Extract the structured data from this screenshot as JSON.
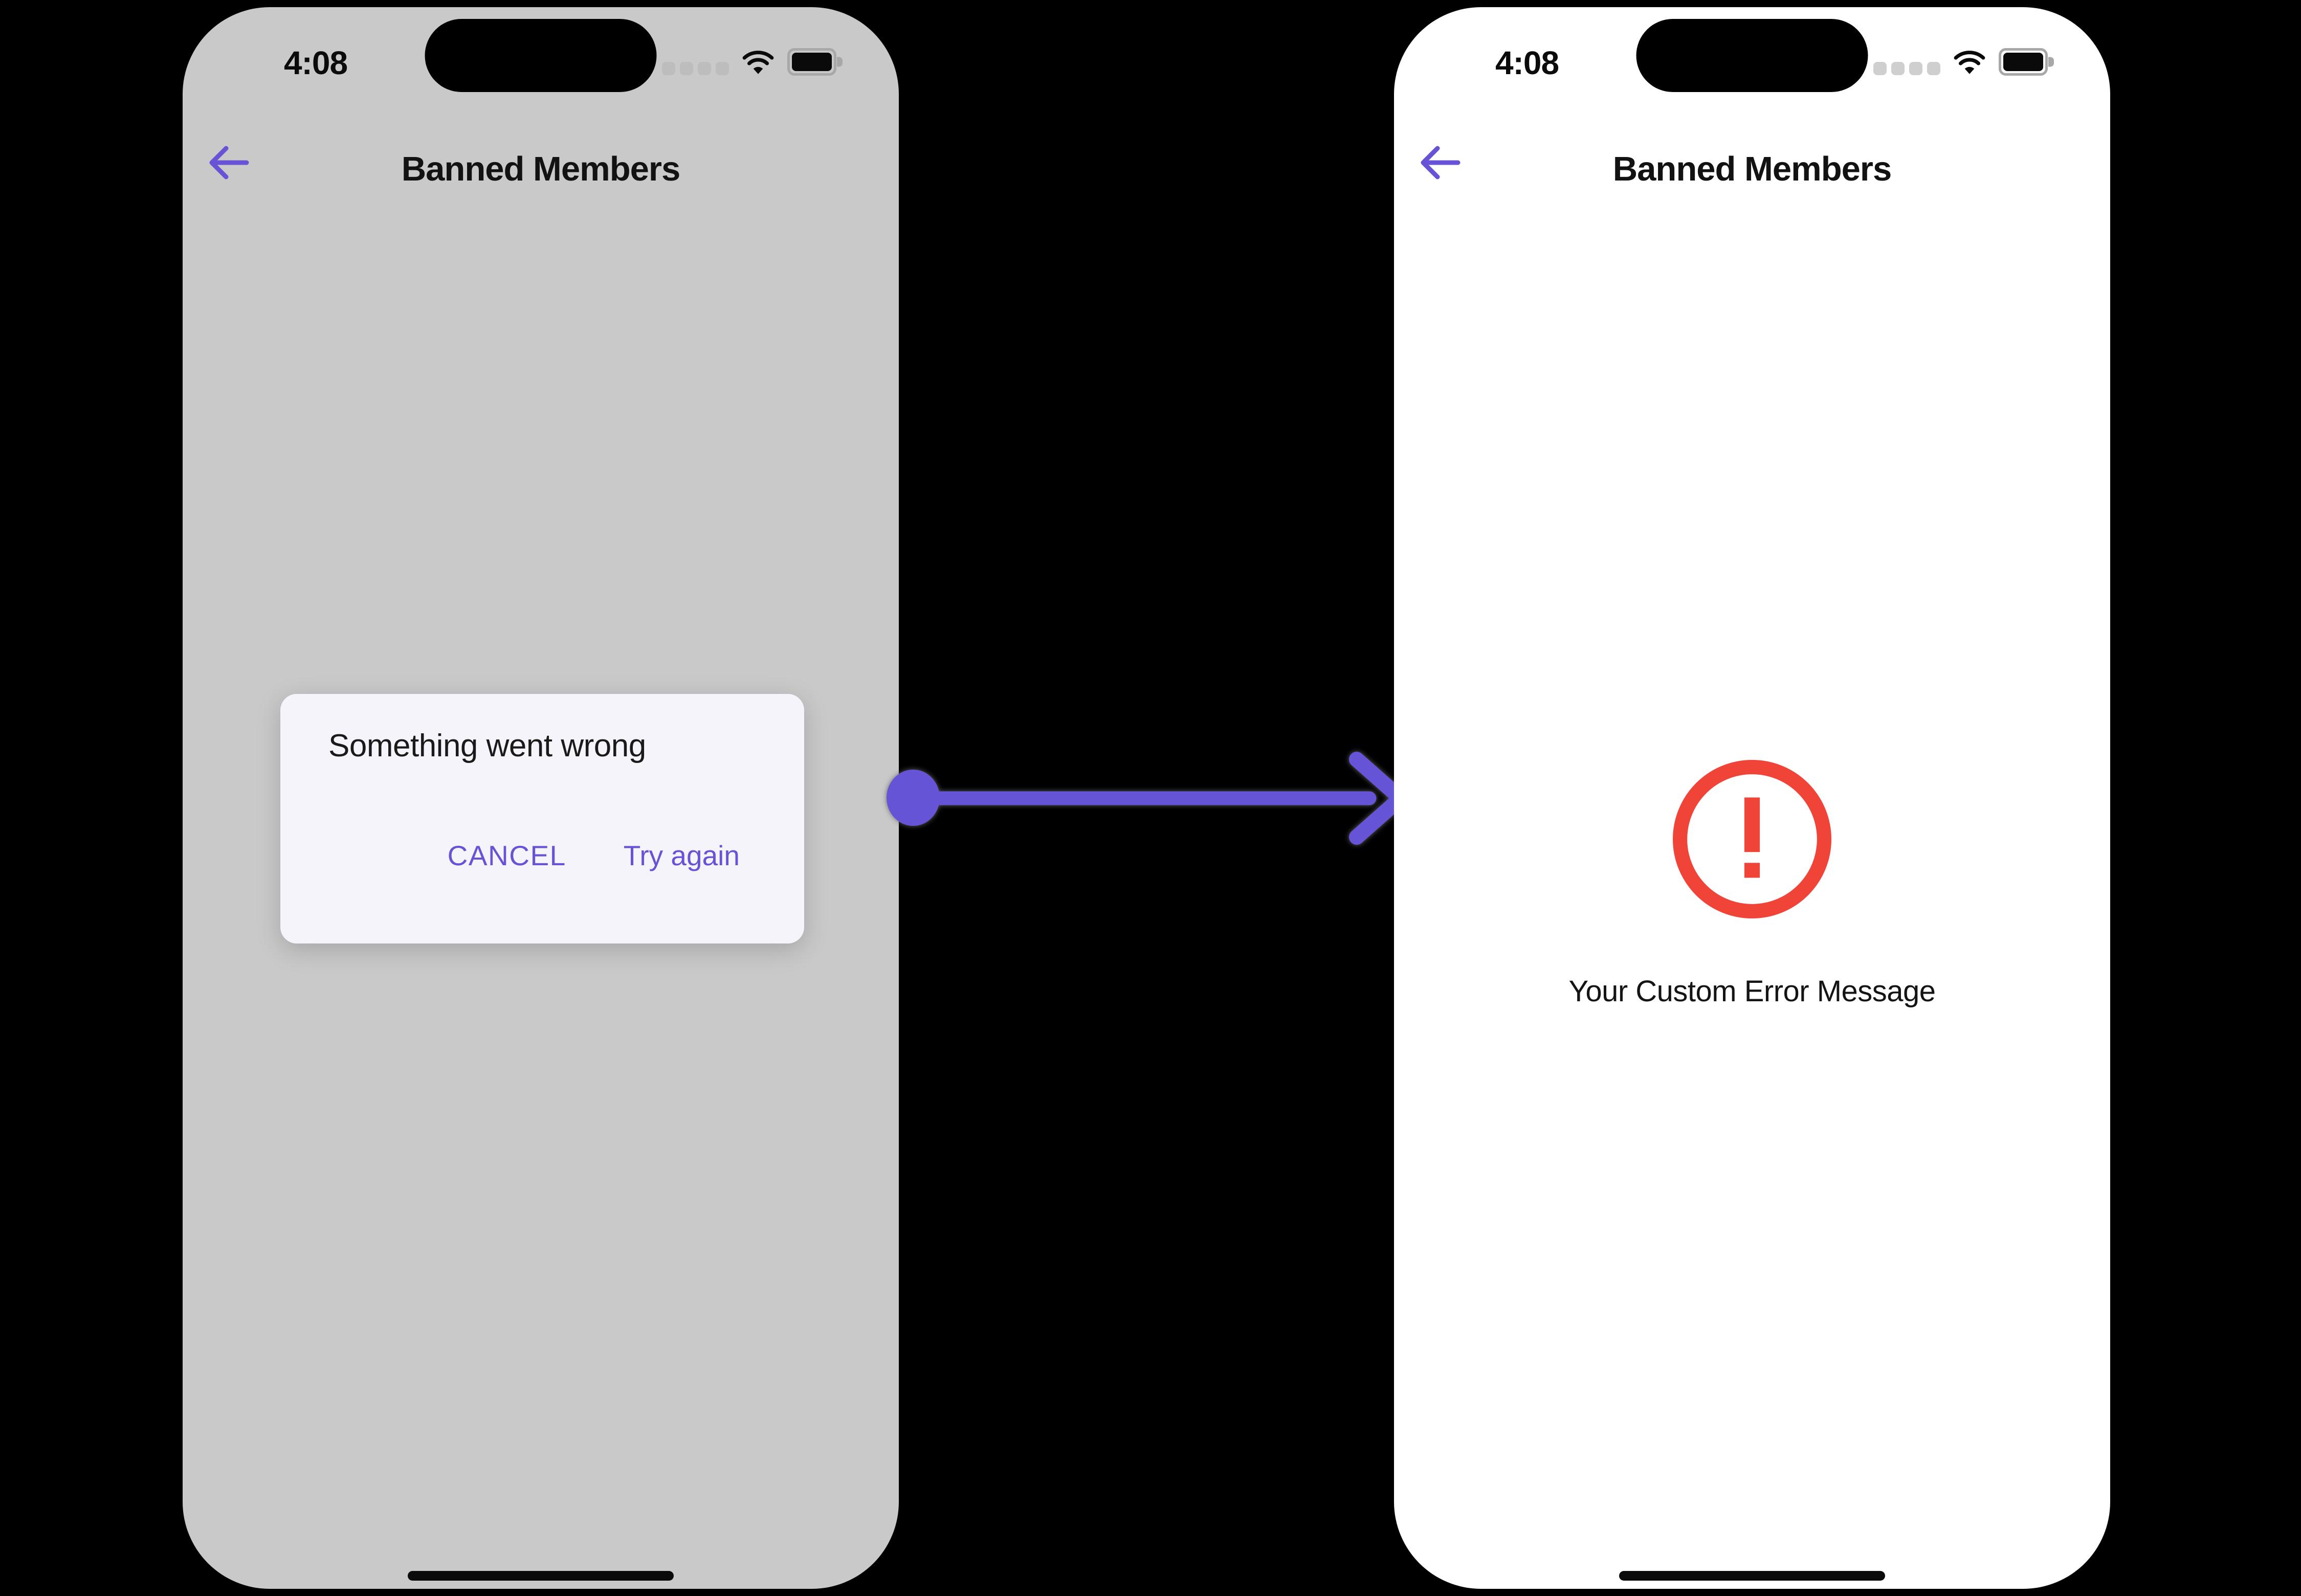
{
  "colors": {
    "accent_purple": "#6852D6",
    "connector_purple": "#6554D6",
    "error_red": "#F04438",
    "dimmed_screen": "#C9C9C9",
    "dialog_background": "#F6F4FB",
    "screen_background": "#FFFFFF",
    "canvas_background": "#000000"
  },
  "connector": {
    "icon": "arrow-right-icon",
    "meaning": "transition from dialog state to error state"
  },
  "left_phone": {
    "status_bar": {
      "time": "4:08",
      "cellular_icon": "cellular-signal-icon",
      "wifi_icon": "wifi-icon",
      "battery_icon": "battery-icon"
    },
    "header": {
      "back_icon": "arrow-left-icon",
      "title": "Banned Members"
    },
    "dialog": {
      "title": "Something went wrong",
      "cancel_label": "CANCEL",
      "try_again_label": "Try again"
    }
  },
  "right_phone": {
    "status_bar": {
      "time": "4:08",
      "cellular_icon": "cellular-signal-icon",
      "wifi_icon": "wifi-icon",
      "battery_icon": "battery-icon"
    },
    "header": {
      "back_icon": "arrow-left-icon",
      "title": "Banned Members"
    },
    "error_state": {
      "icon": "alert-circle-icon",
      "message": "Your Custom Error Message"
    }
  }
}
